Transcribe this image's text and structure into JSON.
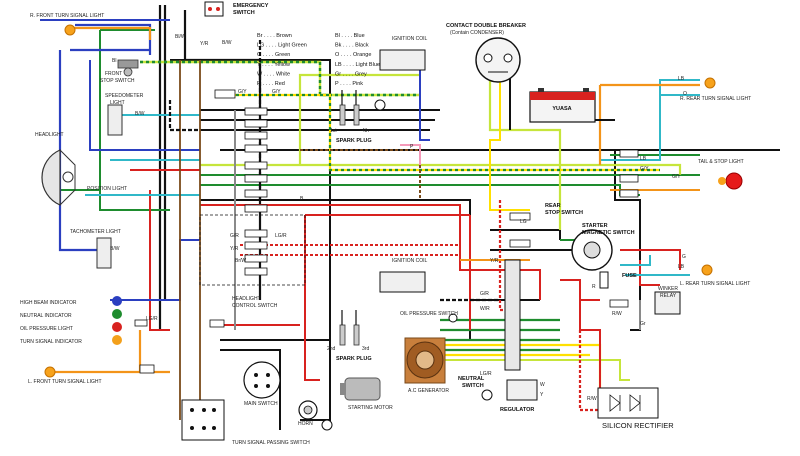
{
  "labels": {
    "r_front_turn": "R. FRONT TURN SIGNAL LIGHT",
    "emergency": "EMERGENCY",
    "switch": "SWITCH",
    "front_stop": "FRONT",
    "front_stop2": "STOP SWITCH",
    "speedometer": "SPEEDOMETER",
    "speedometer2": "LIGHT",
    "headlight": "HEADLIGHT",
    "position": "POSITION LIGHT",
    "tachometer": "TACHOMETER LIGHT",
    "high_beam": "HIGH BEAM INDICATOR",
    "neutral_ind": "NEUTRAL INDICATOR",
    "oil_ind": "OIL PRESSURE LIGHT",
    "turn_ind": "TURN SIGNAL INDICATOR",
    "l_front_turn": "L. FRONT TURN SIGNAL LIGHT",
    "ignition_coil_1": "IGNITION COIL",
    "ignition_coil_2": "IGNITION COIL",
    "spark_1": "SPARK PLUG",
    "spark_2": "SPARK PLUG",
    "plug_1st": "1st",
    "plug_4th": "4th",
    "plug_2nd": "2nd",
    "plug_3rd": "3rd",
    "breaker_1": "CONTACT DOUBLE BREAKER",
    "breaker_2": "(Contain CONDENSER)",
    "battery_brand": "YUASA",
    "r_rear_turn": "R. REAR TURN SIGNAL LIGHT",
    "tail_stop": "TAIL & STOP LIGHT",
    "rear_stop": "REAR",
    "rear_stop2": "STOP SWITCH",
    "starter_mag": "STARTER",
    "starter_mag2": "MAGNETIC SWITCH",
    "fuse": "FUSE",
    "winker_relay": "WINKER",
    "winker_relay2": "RELAY",
    "l_rear_turn": "L. REAR TURN SIGNAL LIGHT",
    "headlight_ctrl": "HEADLIGHT",
    "headlight_ctrl2": "CONTROL SWITCH",
    "oil_switch": "OIL PRESSURE SWITCH",
    "ac_gen": "A.C GENERATOR",
    "neutral_sw": "NEUTRAL",
    "neutral_sw2": "SWITCH",
    "regulator": "REGULATOR",
    "silicon": "SILICON RECTIFIER",
    "starting_motor": "STARTING MOTOR",
    "horn": "HORN",
    "main_switch": "MAIN SWITCH",
    "turn_passing": "TURN SIGNAL PASSING SWITCH"
  },
  "color_key": [
    {
      "code": "Br",
      "name": "Brown"
    },
    {
      "code": "LG",
      "name": "Light Green"
    },
    {
      "code": "G",
      "name": "Green"
    },
    {
      "code": "Y",
      "name": "Yellow"
    },
    {
      "code": "W",
      "name": "White"
    },
    {
      "code": "R",
      "name": "Red"
    },
    {
      "code": "Bl",
      "name": "Blue"
    },
    {
      "code": "Bk",
      "name": "Black"
    },
    {
      "code": "O",
      "name": "Orange"
    },
    {
      "code": "LB",
      "name": "Light Blue"
    },
    {
      "code": "Gr",
      "name": "Grey"
    },
    {
      "code": "P",
      "name": "Pink"
    }
  ],
  "wire_codes": {
    "g_y": "G/Y",
    "b_w": "B/W",
    "y_r": "Y/R",
    "g_r": "G/R",
    "lg_r": "LG/R",
    "bl_w": "Bl/W",
    "br_w": "Br/W",
    "w_r": "W/R",
    "r_w": "R/W",
    "lb": "LB",
    "o": "O",
    "g": "G",
    "w": "W",
    "y": "Y",
    "r": "R",
    "bk": "B",
    "gr": "Gr",
    "p": "P",
    "lg": "LG",
    "bl": "Bl"
  },
  "colors": {
    "black": "#111111",
    "red": "#d8221f",
    "green": "#1e8c2e",
    "light_green": "#c6e53b",
    "yellow": "#ffe000",
    "blue": "#2b3fc0",
    "light_blue": "#30b8c8",
    "orange": "#f39419",
    "brown": "#7a4a1a",
    "grey": "#8a8a8a",
    "white": "#ffffff",
    "pink": "#f59ab9",
    "bulb": "#f7a21b",
    "tail": "#e61a1a"
  }
}
